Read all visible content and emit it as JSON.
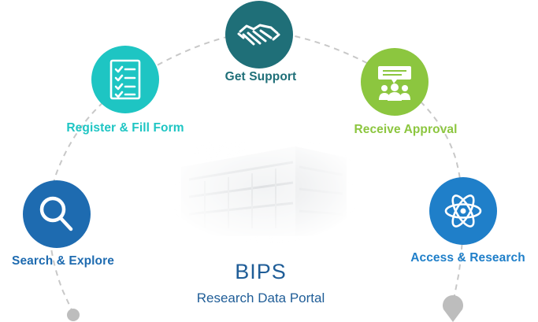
{
  "steps": [
    {
      "label": "Search & Explore",
      "icon": "magnifier-icon",
      "color": "#1e6bb0"
    },
    {
      "label": "Register & Fill Form",
      "icon": "checklist-icon",
      "color": "#1ec5c3"
    },
    {
      "label": "Get Support",
      "icon": "handshake-icon",
      "color": "#1f6f78"
    },
    {
      "label": "Receive Approval",
      "icon": "group-message-icon",
      "color": "#8cc63f"
    },
    {
      "label": "Access & Research",
      "icon": "atom-icon",
      "color": "#1f7fc9"
    }
  ],
  "center": {
    "title": "BIPS",
    "subtitle": "Research Data Portal"
  },
  "colors": {
    "path": "#c8c8c8",
    "brand": "#1f5d97",
    "marker": "#bdbdbd"
  }
}
